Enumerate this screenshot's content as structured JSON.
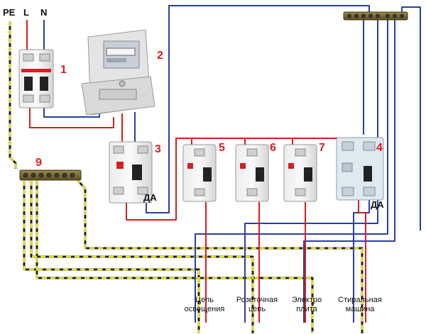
{
  "supply_labels": {
    "pe": "PE",
    "l": "L",
    "n": "N"
  },
  "component_numbers": {
    "c1": "1",
    "c2": "2",
    "c3": "3",
    "c4": "4",
    "c5": "5",
    "c6": "6",
    "c7": "7",
    "c9": "9"
  },
  "rcd_markers": {
    "c3": "ДА",
    "c4": "ДА"
  },
  "circuits": [
    {
      "line1": "Цепь",
      "line2": "освещения"
    },
    {
      "line1": "Розеточная",
      "line2": "цепь"
    },
    {
      "line1": "Электро",
      "line2": "плита"
    },
    {
      "line1": "Стиральная",
      "line2": "машина"
    }
  ],
  "colors": {
    "phase": "#d81e1e",
    "neutral": "#2a3fa0",
    "ground_dash": "#e8e020",
    "ground_base": "#222222",
    "number": "#d81e1e"
  }
}
